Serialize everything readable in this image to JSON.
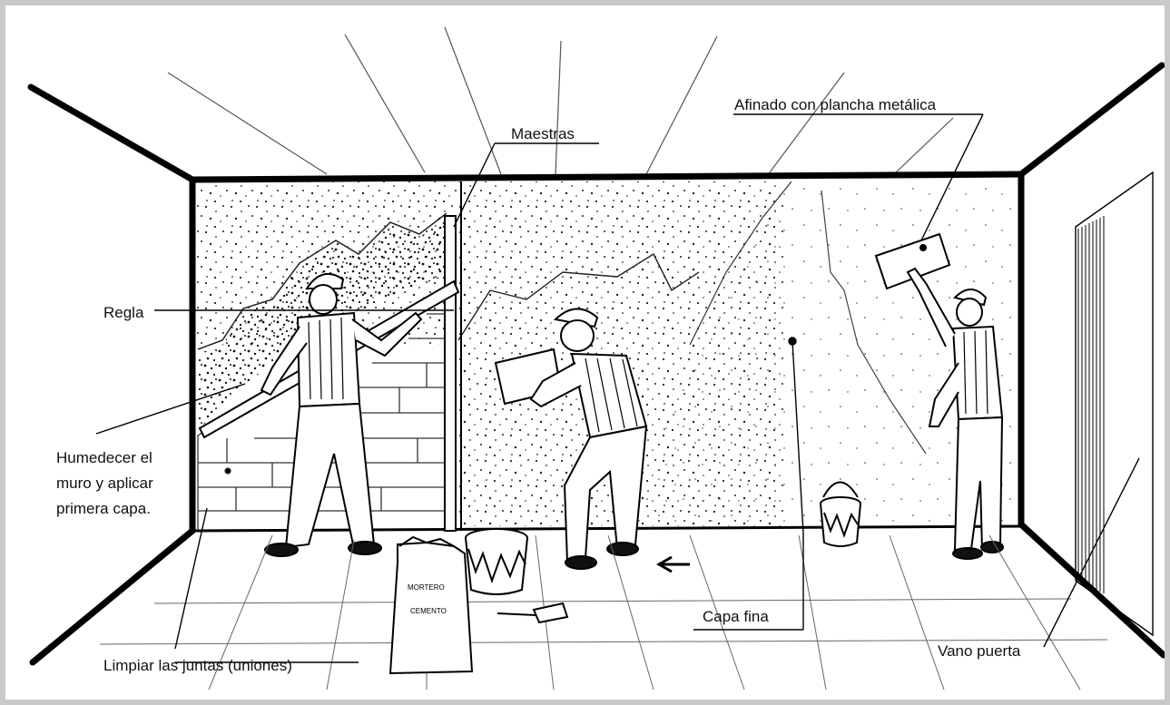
{
  "diagram": {
    "labels": {
      "maestras": "Maestras",
      "afinado": "Afinado con plancha metálica",
      "regla": "Regla",
      "humedecer_line1": "Humedecer el",
      "humedecer_line2": "muro y aplicar",
      "humedecer_line3": "primera capa.",
      "limpiar": "Limpiar las juntas (uniones)",
      "capa_fina": "Capa fina",
      "vano_puerta": "Vano puerta"
    },
    "bucket_text": {
      "line1": "MORTERO",
      "line2": "CEMENTO"
    }
  }
}
